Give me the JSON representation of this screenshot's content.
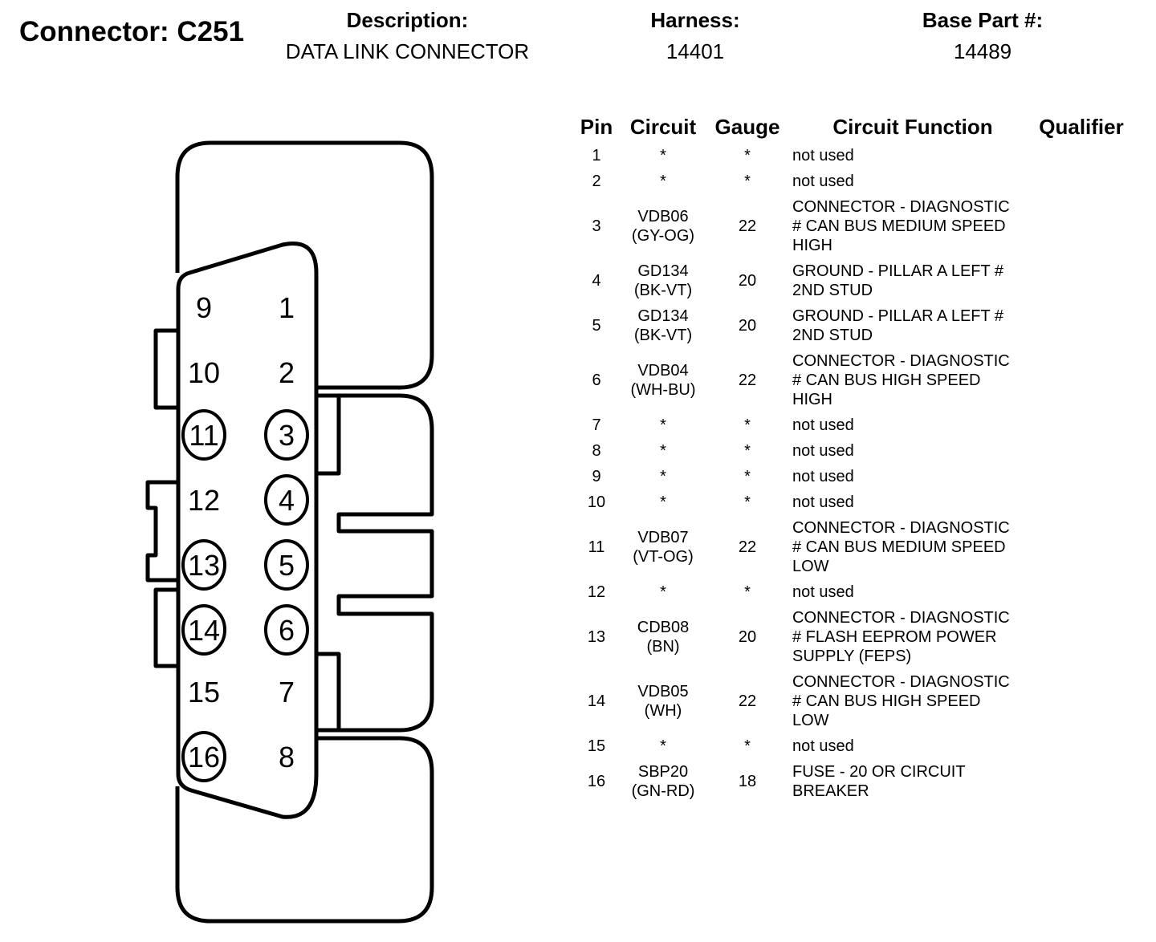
{
  "header": {
    "connector_label": "Connector: C251",
    "description_label": "Description:",
    "description_value": "DATA LINK CONNECTOR",
    "harness_label": "Harness:",
    "harness_value": "14401",
    "base_part_label": "Base Part #:",
    "base_part_value": "14489"
  },
  "diagram": {
    "pins_left_column": [
      "9",
      "10",
      "11",
      "12",
      "13",
      "14",
      "15",
      "16"
    ],
    "pins_right_column": [
      "1",
      "2",
      "3",
      "4",
      "5",
      "6",
      "7",
      "8"
    ],
    "circled_pins": [
      "3",
      "4",
      "5",
      "6",
      "11",
      "13",
      "14",
      "16"
    ]
  },
  "table": {
    "columns": [
      "Pin",
      "Circuit",
      "Gauge",
      "Circuit Function",
      "Qualifier"
    ],
    "rows": [
      {
        "pin": "1",
        "circuit": "*",
        "color": "",
        "gauge": "*",
        "function": [
          "not used"
        ],
        "qualifier": ""
      },
      {
        "pin": "2",
        "circuit": "*",
        "color": "",
        "gauge": "*",
        "function": [
          "not used"
        ],
        "qualifier": ""
      },
      {
        "pin": "3",
        "circuit": "VDB06",
        "color": "(GY-OG)",
        "gauge": "22",
        "function": [
          "CONNECTOR - DIAGNOSTIC",
          "# CAN BUS MEDIUM SPEED",
          "HIGH"
        ],
        "qualifier": ""
      },
      {
        "pin": "4",
        "circuit": "GD134",
        "color": "(BK-VT)",
        "gauge": "20",
        "function": [
          "GROUND - PILLAR A LEFT #",
          "2ND STUD"
        ],
        "qualifier": ""
      },
      {
        "pin": "5",
        "circuit": "GD134",
        "color": "(BK-VT)",
        "gauge": "20",
        "function": [
          "GROUND - PILLAR A LEFT #",
          "2ND STUD"
        ],
        "qualifier": ""
      },
      {
        "pin": "6",
        "circuit": "VDB04",
        "color": "(WH-BU)",
        "gauge": "22",
        "function": [
          "CONNECTOR - DIAGNOSTIC",
          "# CAN BUS HIGH SPEED",
          "HIGH"
        ],
        "qualifier": ""
      },
      {
        "pin": "7",
        "circuit": "*",
        "color": "",
        "gauge": "*",
        "function": [
          "not used"
        ],
        "qualifier": ""
      },
      {
        "pin": "8",
        "circuit": "*",
        "color": "",
        "gauge": "*",
        "function": [
          "not used"
        ],
        "qualifier": ""
      },
      {
        "pin": "9",
        "circuit": "*",
        "color": "",
        "gauge": "*",
        "function": [
          "not used"
        ],
        "qualifier": ""
      },
      {
        "pin": "10",
        "circuit": "*",
        "color": "",
        "gauge": "*",
        "function": [
          "not used"
        ],
        "qualifier": ""
      },
      {
        "pin": "11",
        "circuit": "VDB07",
        "color": "(VT-OG)",
        "gauge": "22",
        "function": [
          "CONNECTOR - DIAGNOSTIC",
          "# CAN BUS MEDIUM SPEED",
          "LOW"
        ],
        "qualifier": ""
      },
      {
        "pin": "12",
        "circuit": "*",
        "color": "",
        "gauge": "*",
        "function": [
          "not used"
        ],
        "qualifier": ""
      },
      {
        "pin": "13",
        "circuit": "CDB08",
        "color": "(BN)",
        "gauge": "20",
        "function": [
          "CONNECTOR - DIAGNOSTIC",
          "# FLASH EEPROM POWER",
          "SUPPLY (FEPS)"
        ],
        "qualifier": ""
      },
      {
        "pin": "14",
        "circuit": "VDB05",
        "color": "(WH)",
        "gauge": "22",
        "function": [
          "CONNECTOR - DIAGNOSTIC",
          "# CAN BUS HIGH SPEED",
          "LOW"
        ],
        "qualifier": ""
      },
      {
        "pin": "15",
        "circuit": "*",
        "color": "",
        "gauge": "*",
        "function": [
          "not used"
        ],
        "qualifier": ""
      },
      {
        "pin": "16",
        "circuit": "SBP20",
        "color": "(GN-RD)",
        "gauge": "18",
        "function": [
          "FUSE - 20 OR CIRCUIT",
          "BREAKER"
        ],
        "qualifier": ""
      }
    ]
  }
}
